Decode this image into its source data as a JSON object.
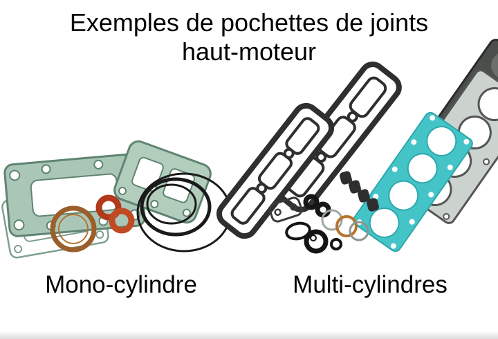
{
  "title": {
    "line1": "Exemples de pochettes de joints",
    "line2": "haut-moteur"
  },
  "captions": {
    "mono": "Mono-cylindre",
    "multi": "Multi-cylindres"
  },
  "colors": {
    "background": "#ffffff",
    "text": "#000000",
    "gasket_green_fill": "#aac6b6",
    "gasket_green_outline": "#5f8471",
    "gasket_teal": "#45c4c8",
    "gasket_teal_outline": "#2ba8ac",
    "gasket_grey": "#ccd2ce",
    "gasket_dark": "#2f2f2f",
    "copper_ring": "#9c5f2b",
    "orange_gasket": "#b03a1a",
    "black_ring": "#1a1a1a"
  }
}
